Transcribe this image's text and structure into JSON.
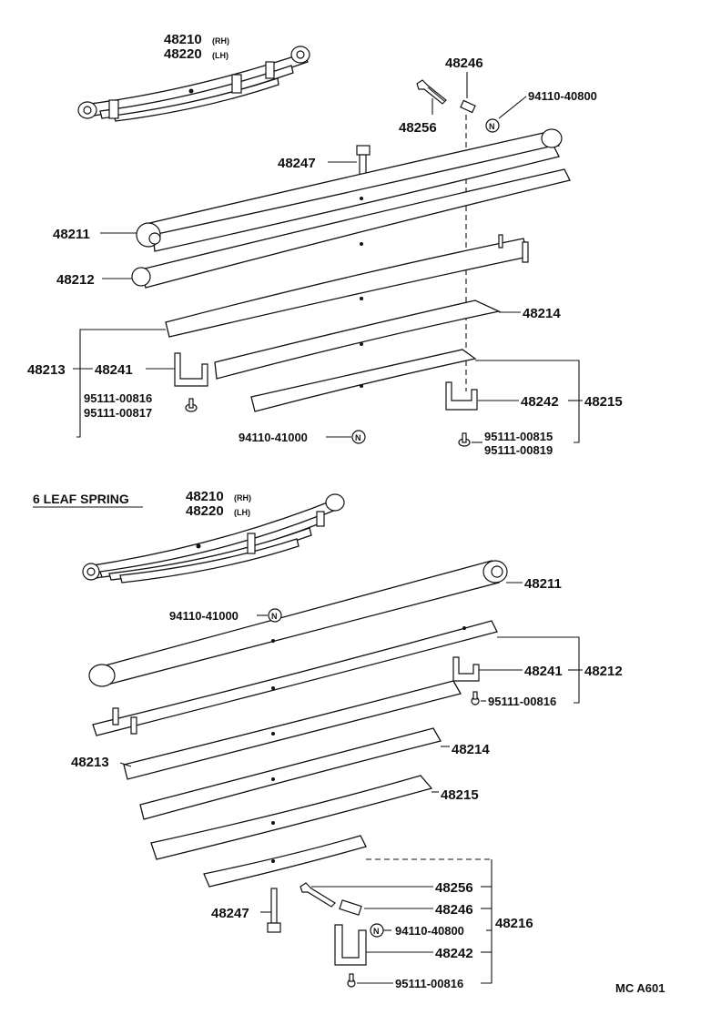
{
  "diagram_id": "MC A601",
  "upper_section": {
    "assembly_rh": "48210",
    "assembly_rh_suffix": "(RH)",
    "assembly_lh": "48220",
    "assembly_lh_suffix": "(LH)",
    "labels": {
      "p48246": "48246",
      "p48256": "48256",
      "p94110_40800": "94110-40800",
      "p48247": "48247",
      "p48211": "48211",
      "p48212": "48212",
      "p48214": "48214",
      "p48213": "48213",
      "p48241": "48241",
      "p95111_00816": "95111-00816",
      "p95111_00817": "95111-00817",
      "p48242": "48242",
      "p48215": "48215",
      "p94110_41000": "94110-41000",
      "p95111_00815": "95111-00815",
      "p95111_00819": "95111-00819"
    }
  },
  "lower_section": {
    "heading": "6 LEAF SPRING",
    "assembly_rh": "48210",
    "assembly_rh_suffix": "(RH)",
    "assembly_lh": "48220",
    "assembly_lh_suffix": "(LH)",
    "labels": {
      "p48211": "48211",
      "p94110_41000": "94110-41000",
      "p48241": "48241",
      "p48212": "48212",
      "p95111_00816a": "95111-00816",
      "p48213": "48213",
      "p48214": "48214",
      "p48215": "48215",
      "p48256": "48256",
      "p48246": "48246",
      "p48247": "48247",
      "p94110_40800": "94110-40800",
      "p48242": "48242",
      "p48216": "48216",
      "p95111_00816b": "95111-00816"
    }
  },
  "symbols": {
    "new_part_marker": "N"
  }
}
